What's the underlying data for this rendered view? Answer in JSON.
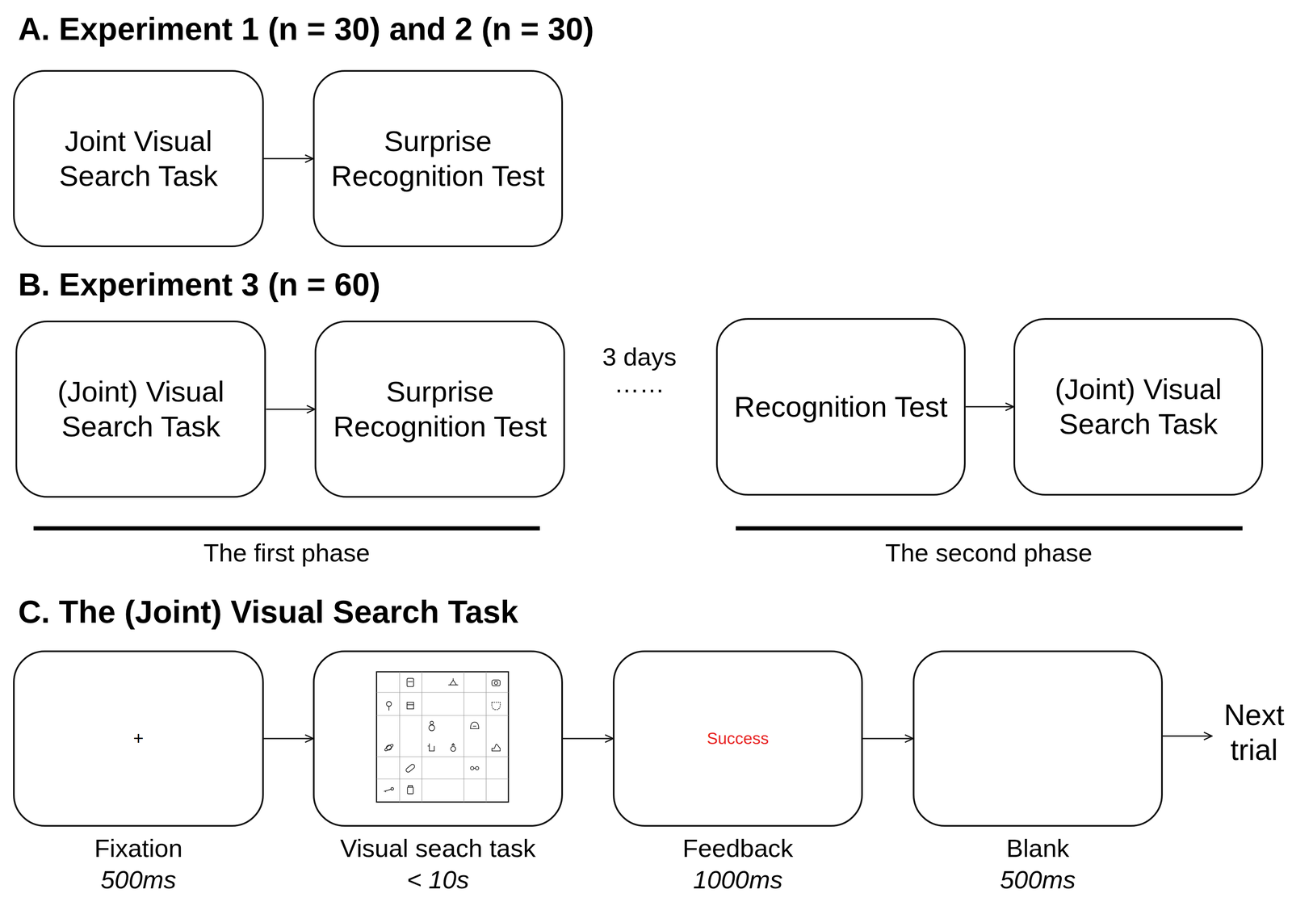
{
  "diagram": {
    "nodes": [
      {
        "text": [
          "Joint Visual Search Task"
        ]
      },
      {
        "text": [
          "Surprise Recognition Test"
        ]
      },
      {
        "text": [
          "(Joint) Visual Search Task"
        ]
      },
      {
        "text": [
          "Surprise Recognition Test"
        ]
      },
      {
        "text": [
          "Recognition Test"
        ]
      },
      {
        "text": [
          "(Joint) Visual Search Task"
        ]
      },
      {
        "text": [
          "+",
          "Fixation",
          "500ms"
        ]
      },
      {
        "text": [
          "Visual seach task",
          "< 10s"
        ]
      },
      {
        "text": [
          "Success",
          "Feedback",
          "1000ms"
        ]
      },
      {
        "text": [
          "Blank",
          "500ms"
        ]
      }
    ],
    "edges": [
      {
        "from": 0,
        "to": 1,
        "arrow": "to"
      },
      {
        "from": 2,
        "to": 3,
        "arrow": "to"
      },
      {
        "from": 4,
        "to": 5,
        "arrow": "to"
      },
      {
        "from": 6,
        "to": 7,
        "arrow": "to"
      },
      {
        "from": 7,
        "to": 8,
        "arrow": "to"
      },
      {
        "from": 8,
        "to": 9,
        "arrow": "to"
      }
    ],
    "labels": [
      "A. Experiment 1 (n = 30) and 2 (n = 30)",
      "B. Experiment 3 (n = 60)",
      "3 days",
      "……",
      "The first phase",
      "The second phase",
      "C. The (Joint) Visual Search Task",
      "Next trial"
    ]
  }
}
